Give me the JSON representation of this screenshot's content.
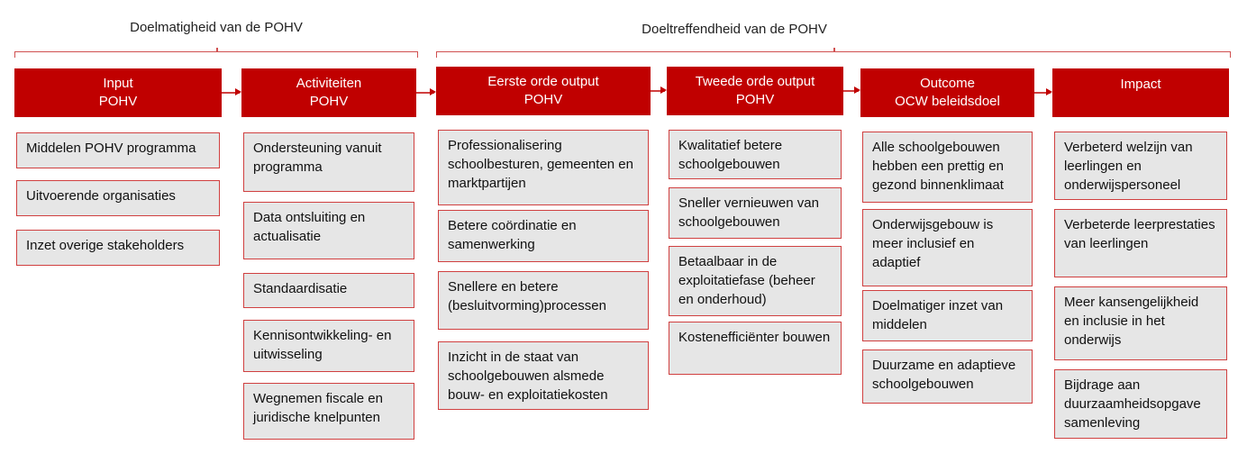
{
  "groups": [
    {
      "label": "Doelmatigheid van de POHV"
    },
    {
      "label": "Doeltreffendheid van de POHV"
    }
  ],
  "columns": [
    {
      "header": [
        "Input",
        "POHV"
      ],
      "items": [
        "Middelen POHV programma",
        "Uitvoerende organisaties",
        "Inzet overige stakeholders"
      ]
    },
    {
      "header": [
        "Activiteiten",
        "POHV"
      ],
      "items": [
        "Ondersteuning vanuit programma",
        "Data ontsluiting en actualisatie",
        "Standaardisatie",
        "Kennisontwikkeling- en uitwisseling",
        "Wegnemen fiscale en juridische knelpunten"
      ]
    },
    {
      "header": [
        "Eerste orde output",
        "POHV"
      ],
      "items": [
        "Professionalisering schoolbesturen, gemeenten en marktpartijen",
        "Betere coördinatie en samenwerking",
        "Snellere en betere (besluitvorming)processen",
        "Inzicht in de staat van schoolgebouwen alsmede bouw- en exploitatiekosten"
      ]
    },
    {
      "header": [
        "Tweede orde output",
        "POHV"
      ],
      "items": [
        "Kwalitatief betere schoolgebouwen",
        "Sneller vernieuwen van schoolgebouwen",
        "Betaalbaar in de exploitatiefase (beheer en onderhoud)",
        "Kostenefficiënter bouwen"
      ]
    },
    {
      "header": [
        "Outcome",
        "OCW beleidsdoel"
      ],
      "items": [
        "Alle schoolgebouwen hebben een prettig en gezond binnenklimaat",
        "Onderwijsgebouw is meer inclusief en adaptief",
        "Doelmatiger inzet van middelen",
        "Duurzame en adaptieve schoolgebouwen"
      ]
    },
    {
      "header": [
        "Impact"
      ],
      "items": [
        "Verbeterd welzijn van leerlingen en onderwijspersoneel",
        "Verbeterde leerprestaties van leerlingen",
        "Meer kansengelijkheid en inclusie in het onderwijs",
        "Bijdrage aan duurzaamheidsopgave samenleving"
      ]
    }
  ],
  "colors": {
    "header": "#c00000",
    "item_bg": "#e6e6e6",
    "border": "#d04040"
  }
}
